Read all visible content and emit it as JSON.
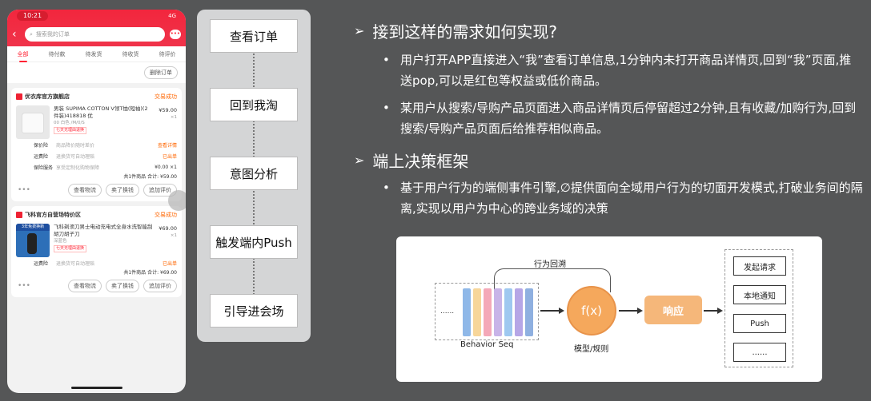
{
  "phone": {
    "status_time": "10:21",
    "status_icons": "4G",
    "search_placeholder": "搜索我的订单",
    "tabs": [
      "全部",
      "待付款",
      "待发货",
      "待收货",
      "待评价"
    ],
    "delete_order": "删除订单",
    "orders": [
      {
        "shop": "优衣库官方旗舰店",
        "state": "交易成功",
        "title": "男装 SUPIMA COTTON V领T恤(短袖)(2件装)418818 优",
        "spec": "00 白色 /M/0/S",
        "tag": "七天无理由退换",
        "price": "¥59.00",
        "qty": "×1",
        "services": [
          {
            "k": "保价险",
            "v": "商品降价随时差价",
            "r": "查看详情"
          },
          {
            "k": "运费险",
            "v": "退换货可自动理赔",
            "r": "已出单"
          },
          {
            "k": "保险服务",
            "v": "享受定制化购物保障",
            "r": "¥0.00 ×1"
          }
        ],
        "total": "共1件商品 合计: ¥59.00",
        "actions": [
          "查看物流",
          "卖了换钱",
          "追加评价"
        ]
      },
      {
        "shop": "飞科官方自营场特价区",
        "state": "交易成功",
        "badge": "3年免费换新",
        "title": "飞科剃须刀男士电动充电式全身水洗智能刮胡刀胡子刀",
        "spec": "深蓝色",
        "tag": "七天无理由退换",
        "price": "¥69.00",
        "qty": "×1",
        "services": [
          {
            "k": "运费险",
            "v": "退换货可自动理赔",
            "r": "已出单"
          }
        ],
        "total": "共1件商品 合计: ¥69.00",
        "actions": [
          "查看物流",
          "卖了换钱",
          "追加评价"
        ]
      }
    ],
    "more": "•••"
  },
  "flow_steps": [
    "查看订单",
    "回到我淘",
    "意图分析",
    "触发端内Push",
    "引导进会场"
  ],
  "sections": [
    {
      "heading": "接到这样的需求如何实现?",
      "bullets": [
        "用户打开APP直接进入“我”查看订单信息,1分钟内未打开商品详情页,回到“我”页面,推送pop,可以是红包等权益或低价商品。",
        "某用户从搜索/导购产品页面进入商品详情页后停留超过2分钟,且有收藏/加购行为,回到搜索/导购产品页面后给推荐相似商品。"
      ]
    },
    {
      "heading": "端上决策框架",
      "bullets": [
        "基于用户行为的端侧事件引擎,∅提供面向全域用户行为的切面开发模式,打破业务间的隔离,实现以用户为中心的跨业务域的决策"
      ]
    }
  ],
  "diagram": {
    "loop_label": "行为回溯",
    "seq_dots": "......",
    "seq_label": "Behavior Seq",
    "fx": "f(x)",
    "fx_label": "模型/规则",
    "response": "响应",
    "outputs": [
      "发起请求",
      "本地通知",
      "Push",
      "......"
    ],
    "bar_colors": [
      "#8fb8e8",
      "#f7d69a",
      "#f4a8b8",
      "#c8b4e8",
      "#9ec8f0",
      "#b6a6e6",
      "#8fb0e0"
    ]
  }
}
